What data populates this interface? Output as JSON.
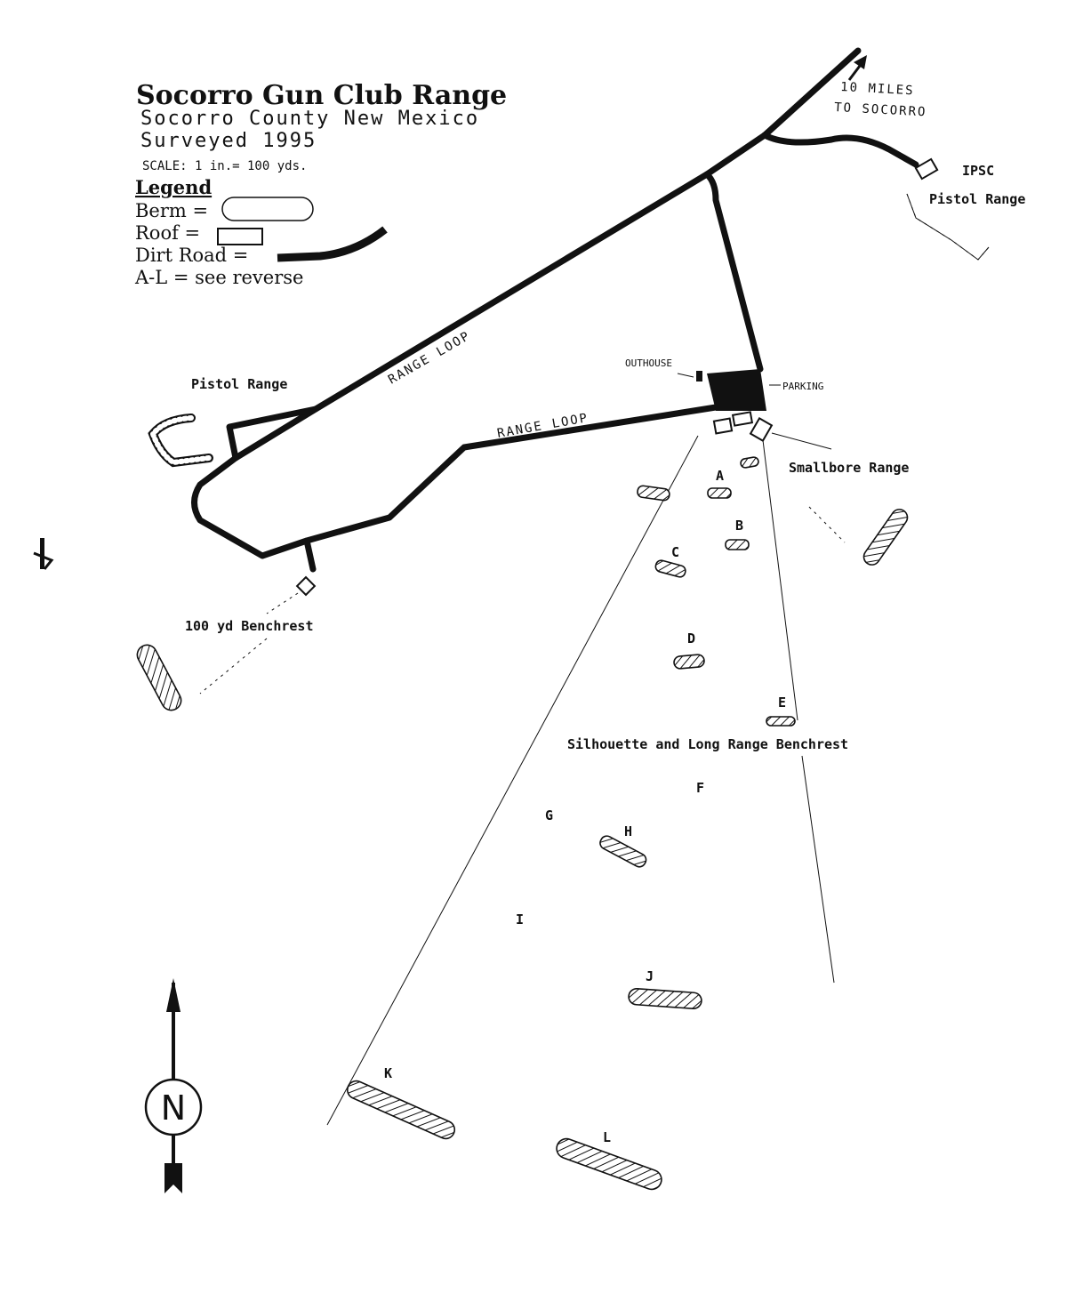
{
  "title": {
    "main": "Socorro Gun Club Range",
    "county": "Socorro County New Mexico",
    "surveyed": "Surveyed 1995",
    "scale": "SCALE: 1 in.= 100 yds."
  },
  "legend": {
    "heading": "Legend",
    "berm": "Berm =",
    "roof": "Roof =",
    "dirt_road": "Dirt Road =",
    "reverse": "A-L = see reverse"
  },
  "directions": {
    "line1": "10 MILES",
    "line2": "TO SOCORRO"
  },
  "areas": {
    "ipsc": "IPSC",
    "ipsc_pistol": "Pistol Range",
    "pistol_range": "Pistol Range",
    "range_loop_1": "RANGE LOOP",
    "range_loop_2": "RANGE LOOP",
    "outhouse": "OUTHOUSE",
    "parking": "PARKING",
    "smallbore": "Smallbore Range",
    "benchrest_100": "100 yd Benchrest",
    "silhouette": "Silhouette and Long Range Benchrest"
  },
  "stations": {
    "A": "A",
    "B": "B",
    "C": "C",
    "D": "D",
    "E": "E",
    "F": "F",
    "G": "G",
    "H": "H",
    "I": "I",
    "J": "J",
    "K": "K",
    "L": "L"
  },
  "compass": {
    "letter": "N"
  },
  "colors": {
    "ink": "#111111",
    "paper": "#ffffff"
  }
}
